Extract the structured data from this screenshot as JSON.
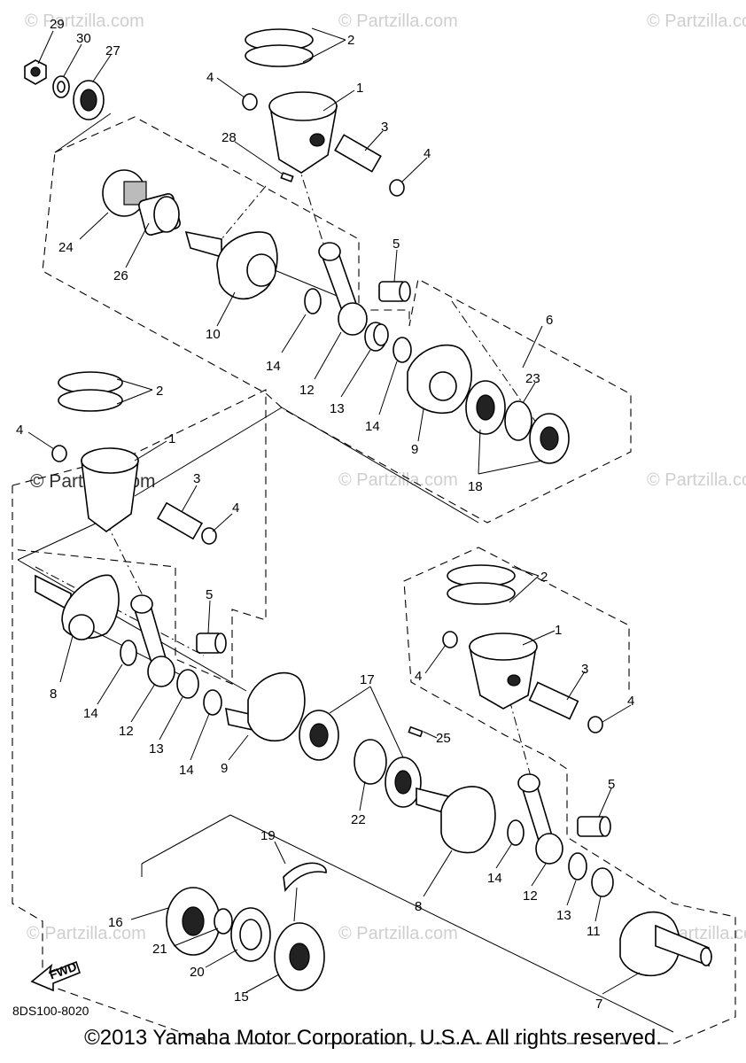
{
  "watermarks": [
    "© Partzilla.com",
    "© Partzilla.com",
    "© Partzilla.com",
    "© Partzilla.com",
    "© Partzilla.com",
    "© Partzilla.com",
    "© Partzilla.com",
    "© Partzilla.com"
  ],
  "dark_watermark": "© Partzilla.com",
  "reference_code": "8DS100-8020",
  "fwd_label": "FWD",
  "copyright": "©2013  Yamaha Motor Corporation, U.S.A. All rights reserved.",
  "callouts": {
    "c29": "29",
    "c30": "30",
    "c27": "27",
    "c2a": "2",
    "c4a": "4",
    "c1a": "1",
    "c28": "28",
    "c3a": "3",
    "c4b": "4",
    "c24": "24",
    "c26": "26",
    "c10": "10",
    "c5a": "5",
    "c6": "6",
    "c14a": "14",
    "c12a": "12",
    "c13a": "13",
    "c14b": "14",
    "c9a": "9",
    "c23": "23",
    "c18": "18",
    "c2b": "2",
    "c4c": "4",
    "c1b": "1",
    "c3b": "3",
    "c4d": "4",
    "c8a": "8",
    "c5b": "5",
    "c14c": "14",
    "c12b": "12",
    "c13b": "13",
    "c14d": "14",
    "c9b": "9",
    "c17": "17",
    "c25": "25",
    "c22": "22",
    "c2c": "2",
    "c1c": "1",
    "c4e": "4",
    "c3c": "3",
    "c4f": "4",
    "c5c": "5",
    "c8b": "8",
    "c14e": "14",
    "c12c": "12",
    "c13c": "13",
    "c11": "11",
    "c7": "7",
    "c19": "19",
    "c16": "16",
    "c21": "21",
    "c20": "20",
    "c15": "15"
  }
}
